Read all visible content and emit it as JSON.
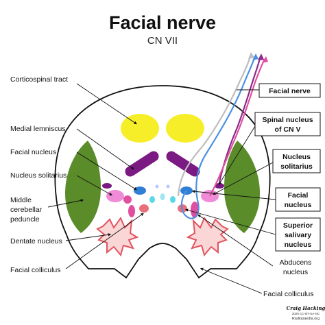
{
  "title": "Facial nerve",
  "subtitle": "CN VII",
  "labels": {
    "corticospinal_tract": "Corticospinal tract",
    "medial_lemniscus": "Medial lemniscus",
    "facial_nucleus_left": "Facial nucleus",
    "nucleus_solitarius_left": "Nucleus solitarius",
    "middle_cerebellar_peduncle": [
      "Middle",
      "cerebellar",
      "peduncle"
    ],
    "dentate_nucleus": "Dentate nucleus",
    "facial_colliculus_left": "Facial colliculus",
    "abducens_nucleus": [
      "Abducens",
      "nucleus"
    ],
    "facial_colliculus_right": "Facial colliculus"
  },
  "boxed_labels": {
    "facial_nerve": "Facial nerve",
    "spinal_nucleus_cn_v": [
      "Spinal nucleus",
      "of CN V"
    ],
    "nucleus_solitarius": [
      "Nucleus",
      "solitarius"
    ],
    "facial_nucleus": [
      "Facial",
      "nucleus"
    ],
    "superior_salivary_nucleus": [
      "Superior",
      "salivary",
      "nucleus"
    ]
  },
  "credit": {
    "author": "Craig Hacking",
    "license": "2020 CC-BY-SA-NC",
    "site": "Radiopaedia.org"
  },
  "colors": {
    "corticospinal": "#f7ee2a",
    "lemniscus": "#7a1a82",
    "nucleus_blue": "#2f7fd6",
    "nucleus_pink": "#f08bd8",
    "nucleus_red": "#e8707a",
    "cerebellar_peduncle": "#5a8c2a",
    "dentate": "#e8707a",
    "fiber_blue": "#4a90e2",
    "fiber_purple": "#8a2a8a",
    "fiber_pink": "#e04fa0",
    "fiber_gray": "#bdbdbd"
  }
}
